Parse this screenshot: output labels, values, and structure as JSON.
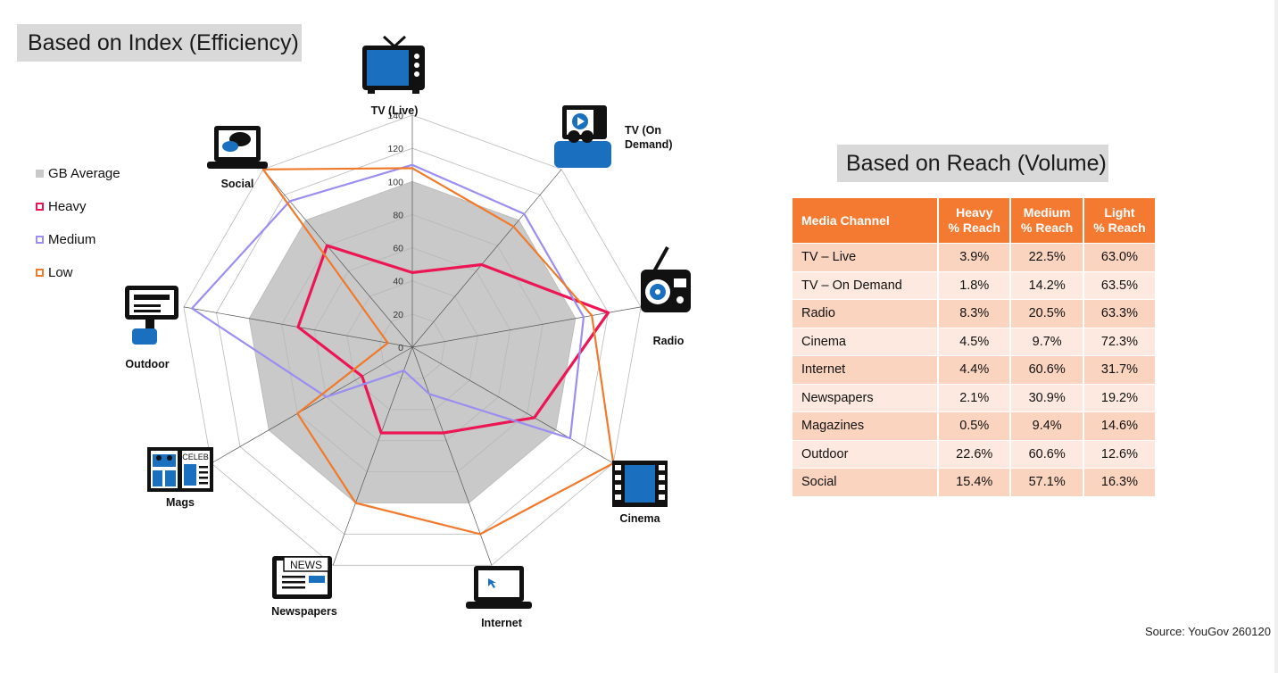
{
  "left_title": "Based on Index (Efficiency)",
  "right_title": "Based on Reach (Volume)",
  "source": "Source: YouGov 260120",
  "chart_data": {
    "type": "radar",
    "categories": [
      "TV (Live)",
      "TV (On Demand)",
      "Radio",
      "Cinema",
      "Internet",
      "Newspapers",
      "Mags",
      "Outdoor",
      "Social"
    ],
    "axis_ticks": [
      0,
      20,
      40,
      60,
      80,
      100,
      120,
      140
    ],
    "axis_tick_labels": [
      "0",
      "20",
      "40",
      "60",
      "80",
      "100",
      "120",
      "140"
    ],
    "rmax": 140,
    "legend_placement": "left",
    "series": [
      {
        "name": "GB Average",
        "color": "#c9c9c9",
        "fill": true,
        "values": [
          100,
          100,
          100,
          100,
          100,
          100,
          100,
          100,
          100
        ]
      },
      {
        "name": "Heavy",
        "color": "#ec1654",
        "values": [
          45,
          65,
          120,
          85,
          55,
          55,
          35,
          70,
          80
        ]
      },
      {
        "name": "Medium",
        "color": "#9a8ef0",
        "values": [
          110,
          105,
          105,
          110,
          30,
          15,
          60,
          135,
          115
        ]
      },
      {
        "name": "Low",
        "color": "#f07a2c",
        "values": [
          108,
          95,
          110,
          140,
          120,
          100,
          80,
          15,
          140
        ]
      }
    ]
  },
  "table": {
    "headers": [
      [
        "Media Channel"
      ],
      [
        "Heavy",
        "% Reach"
      ],
      [
        "Medium",
        "% Reach"
      ],
      [
        "Light",
        "% Reach"
      ]
    ],
    "rows": [
      [
        "TV – Live",
        "3.9%",
        "22.5%",
        "63.0%"
      ],
      [
        "TV – On Demand",
        "1.8%",
        "14.2%",
        "63.5%"
      ],
      [
        "Radio",
        "8.3%",
        "20.5%",
        "63.3%"
      ],
      [
        "Cinema",
        "4.5%",
        "9.7%",
        "72.3%"
      ],
      [
        "Internet",
        "4.4%",
        "60.6%",
        "31.7%"
      ],
      [
        "Newspapers",
        "2.1%",
        "30.9%",
        "19.2%"
      ],
      [
        "Magazines",
        "0.5%",
        "9.4%",
        "14.6%"
      ],
      [
        "Outdoor",
        "22.6%",
        "60.6%",
        "12.6%"
      ],
      [
        "Social",
        "15.4%",
        "57.1%",
        "16.3%"
      ]
    ]
  },
  "icons": {
    "newspapers_icon_text": "NEWS",
    "mags_icon_text": "CELEB",
    "icon_color": "#1a6fbf"
  }
}
